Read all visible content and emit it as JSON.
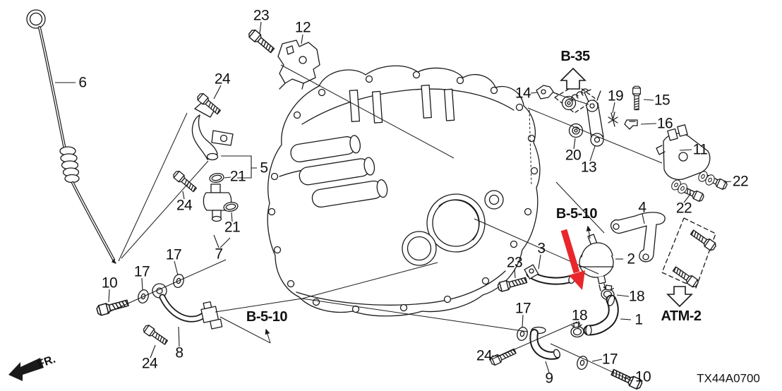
{
  "page": {
    "code": "TX44A0700",
    "front": "FR."
  },
  "refs": {
    "b35": "B-35",
    "b510_left": "B-5-10",
    "b510_right": "B-5-10",
    "atm2": "ATM-2"
  },
  "colors": {
    "ink": "#1a1a1a",
    "background": "#ffffff",
    "highlight_arrow": "#e8262b"
  },
  "callouts": [
    {
      "label": "23"
    },
    {
      "label": "12"
    },
    {
      "label": "24"
    },
    {
      "label": "6"
    },
    {
      "label": "5"
    },
    {
      "label": "21"
    },
    {
      "label": "24"
    },
    {
      "label": "21"
    },
    {
      "label": "7"
    },
    {
      "label": "17"
    },
    {
      "label": "17"
    },
    {
      "label": "10"
    },
    {
      "label": "8"
    },
    {
      "label": "24"
    },
    {
      "label": "14"
    },
    {
      "label": "19"
    },
    {
      "label": "15"
    },
    {
      "label": "16"
    },
    {
      "label": "20"
    },
    {
      "label": "13"
    },
    {
      "label": "11"
    },
    {
      "label": "22"
    },
    {
      "label": "22"
    },
    {
      "label": "4"
    },
    {
      "label": "3"
    },
    {
      "label": "23"
    },
    {
      "label": "2"
    },
    {
      "label": "18"
    },
    {
      "label": "1"
    },
    {
      "label": "17"
    },
    {
      "label": "18"
    },
    {
      "label": "24"
    },
    {
      "label": "9"
    },
    {
      "label": "17"
    },
    {
      "label": "10"
    }
  ]
}
